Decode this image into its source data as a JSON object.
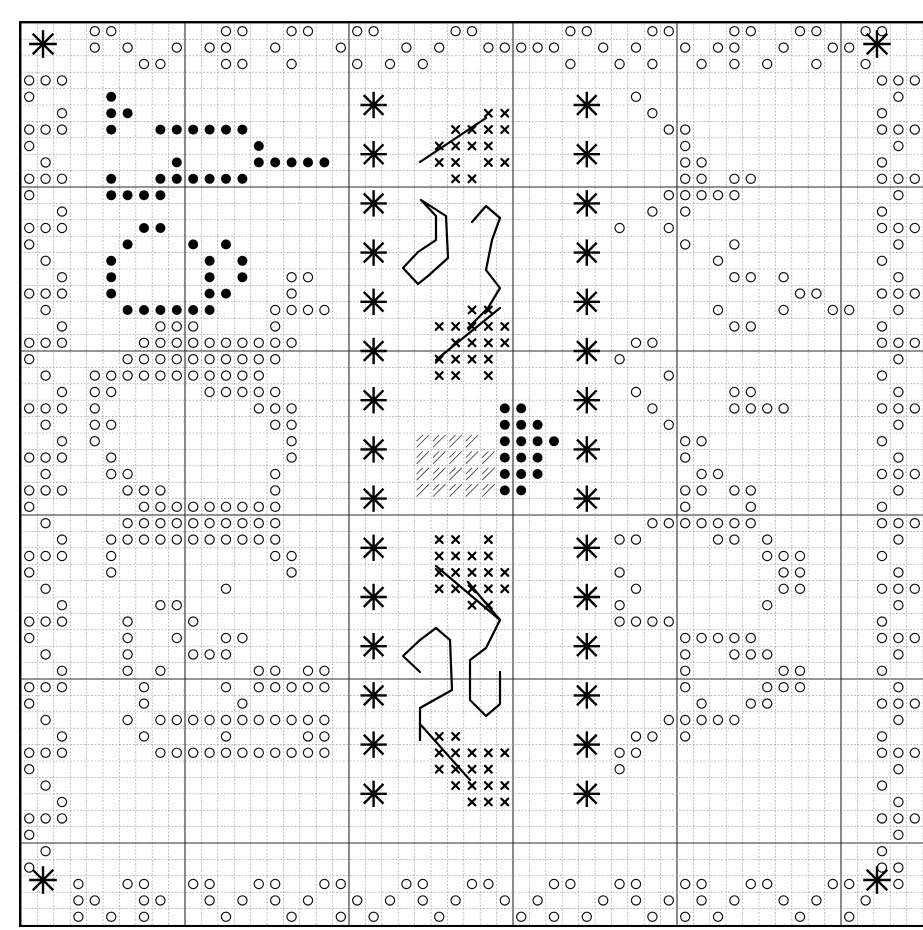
{
  "pattern": {
    "columns": 55,
    "rows": 55,
    "major_every": 10,
    "symbols": {
      "ring": "open-circle",
      "dot": "filled-circle",
      "cross": "x-stitch",
      "star": "asterisk-star",
      "hatch": "diagonal-hatch",
      "backstitch": "line"
    },
    "colors": {
      "ink": "#000000",
      "paper": "#ffffff",
      "grid": "#9a9a9a"
    }
  }
}
